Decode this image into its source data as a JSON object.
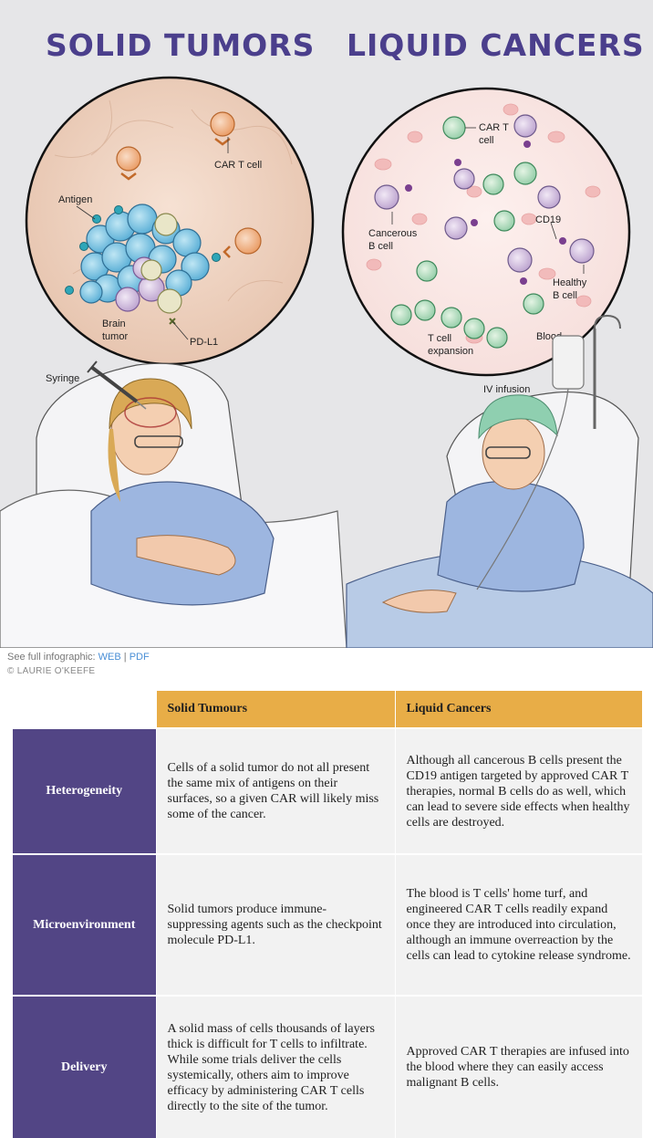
{
  "headlines": {
    "left": "SOLID TUMORS",
    "right": "LIQUID CANCERS"
  },
  "solid_labels": {
    "car_t": "CAR T cell",
    "antigen": "Antigen",
    "brain_tumor_1": "Brain",
    "brain_tumor_2": "tumor",
    "pd_l1": "PD-L1",
    "syringe": "Syringe"
  },
  "liquid_labels": {
    "car_t_1": "CAR T",
    "car_t_2": "cell",
    "cancerous_1": "Cancerous",
    "cancerous_2": "B cell",
    "cd19": "CD19",
    "healthy_1": "Healthy",
    "healthy_2": "B cell",
    "expansion_1": "T cell",
    "expansion_2": "expansion",
    "blood": "Blood",
    "iv": "IV infusion"
  },
  "credits": {
    "prefix": "See full infographic: ",
    "web": "WEB",
    "sep": " | ",
    "pdf": "PDF",
    "copyright": "© LAURIE O'KEEFE"
  },
  "table": {
    "columns": [
      "Solid Tumours",
      "Liquid Cancers"
    ],
    "rows": [
      {
        "label": "Heterogeneity",
        "solid": "Cells of a solid tumor do not all present the same mix of antigens on their surfaces, so a given CAR will likely miss some of the cancer.",
        "liquid": "Although all cancerous B cells present the CD19 antigen targeted by approved CAR T therapies, normal B cells do as well, which can lead to severe side effects when healthy cells are destroyed."
      },
      {
        "label": "Microenvironment",
        "solid": "Solid tumors produce immune-suppressing agents such as the checkpoint molecule PD-L1.",
        "liquid": "The blood is T cells' home turf, and engineered CAR T cells readily expand once they are introduced into circulation, although an immune overreaction by the cells can lead to cytokine release syndrome."
      },
      {
        "label": "Delivery",
        "solid": "A solid mass of cells thousands of layers thick is difficult for T cells to infiltrate. While some trials deliver the cells systemically, others aim to improve efficacy by administering CAR T cells directly to the site of the tumor.",
        "liquid": "Approved CAR T therapies are infused into the blood where they can easily access malignant B cells."
      }
    ]
  },
  "colors": {
    "headline": "#4b3f8c",
    "table_header": "#e8ad47",
    "row_header": "#524585",
    "cell_bg": "#f2f2f2"
  }
}
